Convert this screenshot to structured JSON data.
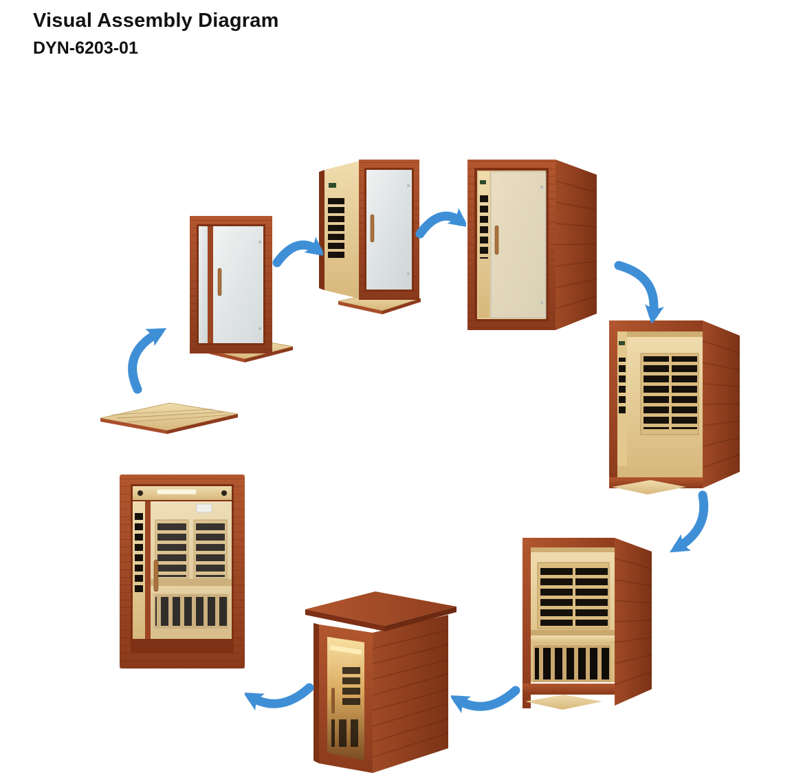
{
  "header": {
    "title": "Visual Assembly Diagram",
    "model": "DYN-6203-01"
  },
  "colors": {
    "background": "#ffffff",
    "text": "#111111",
    "arrow": "#3f8fd6",
    "wood": "#a84d2a",
    "wood_dark": "#7e3114",
    "interior_wood": "#e8d3a2",
    "heater": "#17110c",
    "glass": "#e4e7e6"
  },
  "steps": [
    {
      "index": 1,
      "name": "floor-panel"
    },
    {
      "index": 2,
      "name": "front-wall-with-door-on-floor"
    },
    {
      "index": 3,
      "name": "side-wall-attached"
    },
    {
      "index": 4,
      "name": "second-side-wall-attached"
    },
    {
      "index": 5,
      "name": "back-wall-with-heater-panels"
    },
    {
      "index": 6,
      "name": "bench-and-vent-installed"
    },
    {
      "index": 7,
      "name": "roof-installed-angled-view"
    },
    {
      "index": 8,
      "name": "completed-sauna-front-view"
    }
  ],
  "arrows": [
    {
      "from": 1,
      "to": 2
    },
    {
      "from": 2,
      "to": 3
    },
    {
      "from": 3,
      "to": 4
    },
    {
      "from": 4,
      "to": 5
    },
    {
      "from": 5,
      "to": 6
    },
    {
      "from": 6,
      "to": 7
    },
    {
      "from": 7,
      "to": 8
    }
  ]
}
